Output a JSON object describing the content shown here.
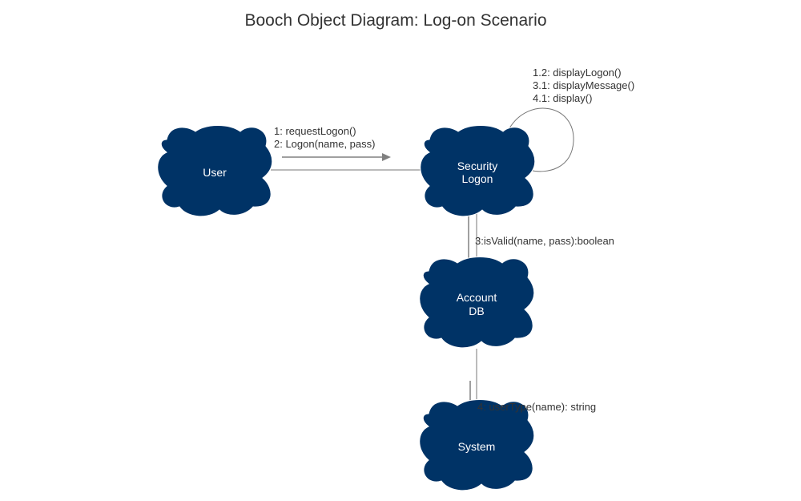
{
  "title": "Booch Object Diagram: Log-on Scenario",
  "colors": {
    "node_fill": "#003366",
    "node_text": "#ffffff",
    "link": "#777777",
    "arrow": "#808080",
    "text": "#333333"
  },
  "nodes": {
    "user": {
      "lines": [
        "User"
      ]
    },
    "security_logon": {
      "lines": [
        "Security",
        "Logon"
      ]
    },
    "account_db": {
      "lines": [
        "Account",
        "DB"
      ]
    },
    "system": {
      "lines": [
        "System"
      ]
    }
  },
  "messages": {
    "user_to_security": [
      "1: requestLogon()",
      "2: Logon(name, pass)"
    ],
    "security_self": [
      "1.2: displayLogon()",
      "3.1: displayMessage()",
      "4.1: display()"
    ],
    "security_to_account": [
      "3:isValid(name, pass):boolean"
    ],
    "account_to_system": [
      "4: userType(name): string"
    ]
  }
}
